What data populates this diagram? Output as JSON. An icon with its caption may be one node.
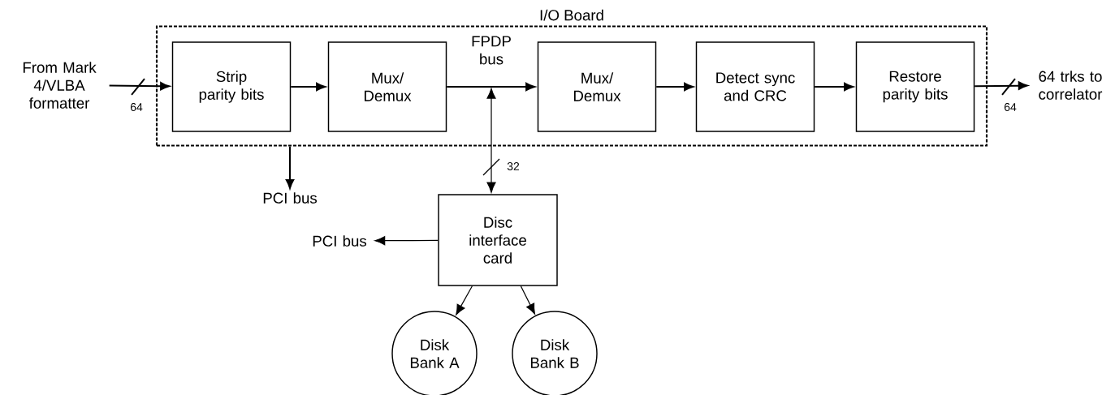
{
  "diagram": {
    "nodes": [
      {
        "text": [
          "I/O Board"
        ]
      },
      {
        "text": [
          "Strip parity bits"
        ],
        "in": 0
      },
      {
        "text": [
          "Mux/ Demux"
        ],
        "in": 0
      },
      {
        "text": [
          "Mux/ Demux"
        ],
        "in": 0
      },
      {
        "text": [
          "Detect sync and CRC"
        ],
        "in": 0
      },
      {
        "text": [
          "Restore parity bits"
        ],
        "in": 0
      },
      {
        "text": [
          "From Mark 4/VLBA formatter"
        ]
      },
      {
        "text": [
          "64 trks to correlator"
        ]
      },
      {
        "text": [
          "PCI bus"
        ]
      },
      {
        "text": [
          "Disc interface card"
        ]
      },
      {
        "text": [
          "PCI bus"
        ]
      },
      {
        "text": [
          "Disk Bank A"
        ]
      },
      {
        "text": [
          "Disk Bank B"
        ]
      }
    ],
    "edges": [
      {
        "from": 6,
        "to": 1,
        "arrow": "to",
        "label": "64"
      },
      {
        "from": 1,
        "to": 2,
        "arrow": "to"
      },
      {
        "from": 2,
        "to": 3,
        "arrow": "to",
        "label": "FPDP bus"
      },
      {
        "from": 3,
        "to": 4,
        "arrow": "to"
      },
      {
        "from": 4,
        "to": 5,
        "arrow": "to"
      },
      {
        "from": 5,
        "to": 7,
        "arrow": "to",
        "label": "64"
      },
      {
        "from": 0,
        "to": 8,
        "arrow": "to"
      },
      {
        "from": 9,
        "to": null,
        "arrow": "both",
        "label": "32"
      },
      {
        "from": 9,
        "to": 10,
        "arrow": "to"
      },
      {
        "from": 9,
        "to": 11,
        "arrow": "to"
      },
      {
        "from": 9,
        "to": 12,
        "arrow": "to"
      }
    ]
  }
}
